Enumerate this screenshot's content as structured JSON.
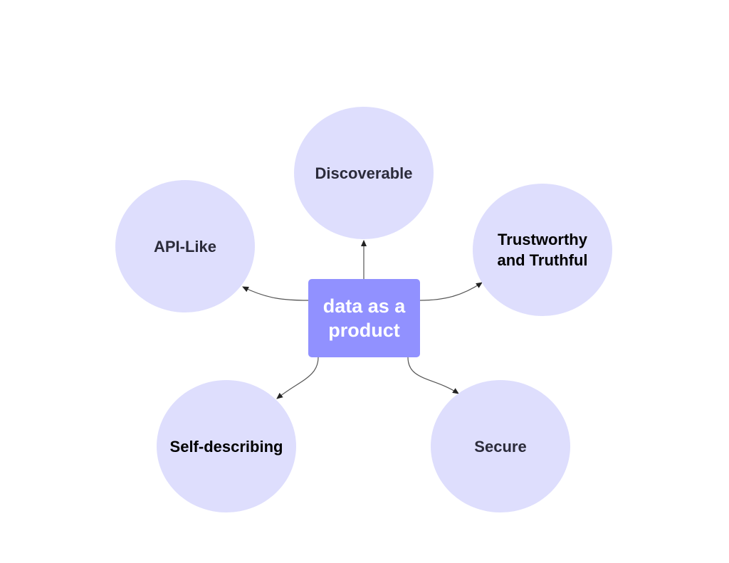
{
  "diagram": {
    "center": {
      "label": "data as a product",
      "color": "#9191ff",
      "text_color": "#ffffff"
    },
    "nodes": [
      {
        "id": "discoverable",
        "label": "Discoverable",
        "text_color": "#2b2b3a"
      },
      {
        "id": "api-like",
        "label": "API-Like",
        "text_color": "#2b2b3a"
      },
      {
        "id": "trustworthy",
        "label": "Trustworthy and Truthful",
        "text_color": "#000000"
      },
      {
        "id": "self-describing",
        "label": "Self-describing",
        "text_color": "#000000"
      },
      {
        "id": "secure",
        "label": "Secure",
        "text_color": "#2b2b3a"
      }
    ],
    "node_fill": "#dedefd",
    "edges": [
      {
        "from": "center",
        "to": "discoverable"
      },
      {
        "from": "center",
        "to": "api-like"
      },
      {
        "from": "center",
        "to": "trustworthy"
      },
      {
        "from": "center",
        "to": "self-describing"
      },
      {
        "from": "center",
        "to": "secure"
      }
    ],
    "edge_color": "#333333"
  }
}
